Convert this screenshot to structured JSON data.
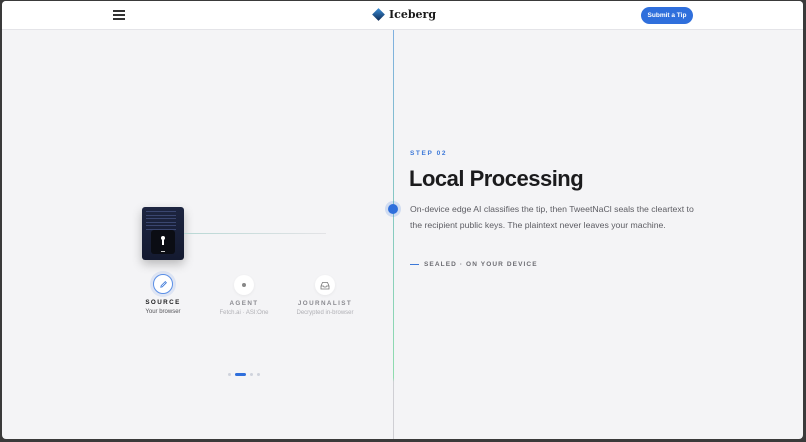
{
  "header": {
    "brand": "Iceberg",
    "submit_label": "Submit a Tip",
    "menu_icon": "hamburger-icon"
  },
  "diagram": {
    "nodes": [
      {
        "label": "SOURCE",
        "sub": "Your browser",
        "icon": "pencil-icon",
        "active": true
      },
      {
        "label": "AGENT",
        "sub": "Fetch.ai · ASI:One",
        "icon": "dot-icon",
        "active": false
      },
      {
        "label": "JOURNALIST",
        "sub": "Decrypted in-browser",
        "icon": "inbox-icon",
        "active": false
      }
    ],
    "pagination": {
      "total": 4,
      "current": 2
    }
  },
  "step": {
    "eyebrow": "STEP 02",
    "title": "Local Processing",
    "description": "On-device edge AI classifies the tip, then TweetNaCl seals the cleartext to the recipient public keys. The plaintext never leaves your machine.",
    "tagline": "SEALED · ON YOUR DEVICE"
  },
  "colors": {
    "accent": "#2f6fdc",
    "text": "#1b1b1d",
    "muted": "#5d5d63"
  }
}
